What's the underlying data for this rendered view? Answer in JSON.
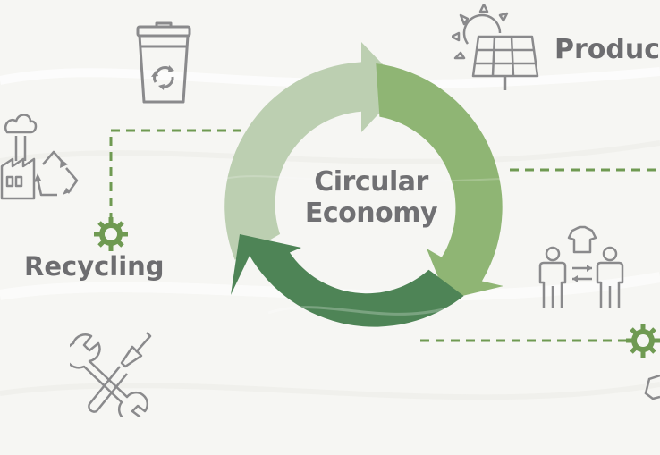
{
  "diagram": {
    "center_title_line1": "Circular",
    "center_title_line2": "Economy",
    "labels": {
      "recycling": "Recycling",
      "product": "Product"
    }
  },
  "colors": {
    "background": "#f6f6f3",
    "arc_light": "#bccfb1",
    "arc_mid": "#8fb574",
    "arc_dark": "#4e8456",
    "connector": "#6f9a52",
    "icon_stroke": "#8a8a8c",
    "text": "#6d6d70"
  },
  "icons": [
    "trash-bin-recycle-icon",
    "factory-recycle-icon",
    "solar-panel-sun-icon",
    "people-exchange-shirt-icon",
    "wrench-screwdriver-icon",
    "gear-icon"
  ]
}
